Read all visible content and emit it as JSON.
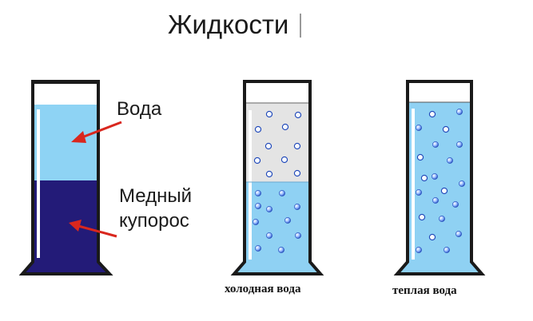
{
  "title": "Жидкости",
  "labels": {
    "water": "Вода",
    "vitriol_line1": "Медный",
    "vitriol_line2": "купорос"
  },
  "captions": {
    "cold": "холодная вода",
    "warm": "теплая вода"
  },
  "colors": {
    "water_light": "#8ed3f4",
    "vitriol_dark": "#231b78",
    "outline": "#1a1a1a",
    "arrow": "#d9271e",
    "gray_liquid": "#e4e4e4",
    "water_cylinder": "#8fd1f3",
    "particle": "#2d5ec9"
  }
}
